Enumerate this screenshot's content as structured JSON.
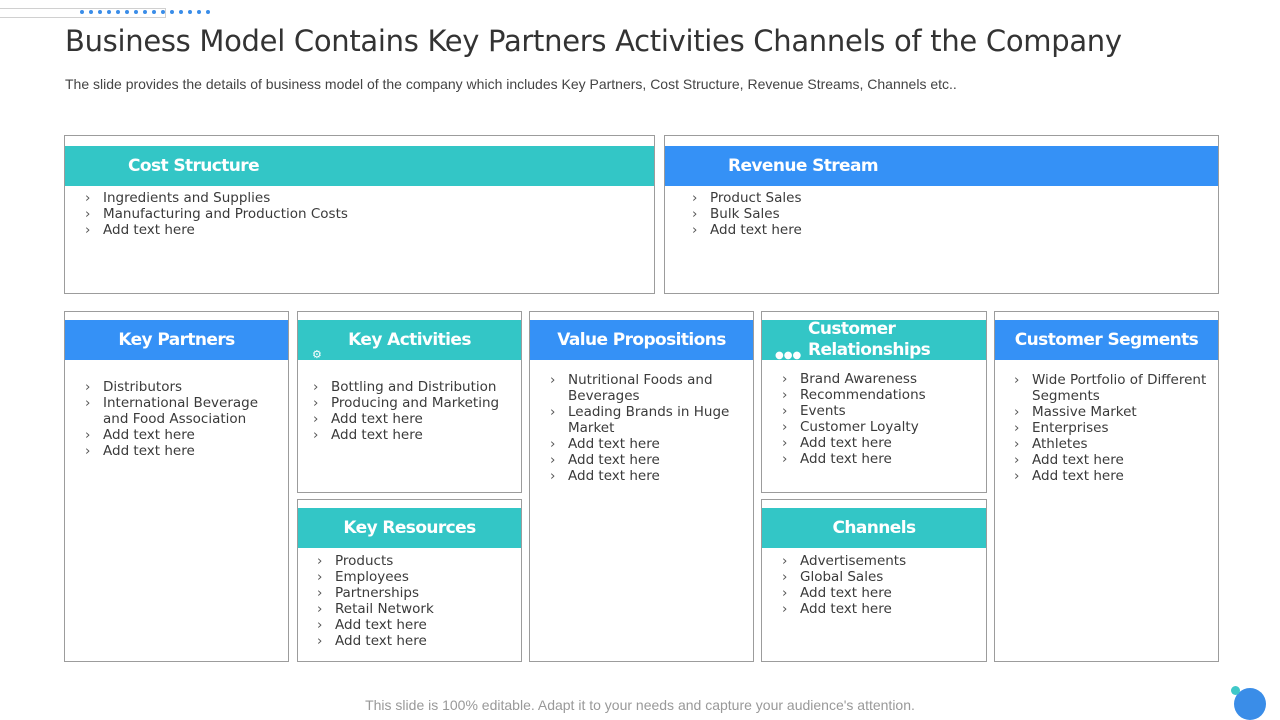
{
  "title": "Business Model Contains Key Partners Activities Channels of the Company",
  "subtitle": "The slide provides the details of business model of the company which includes Key Partners, Cost Structure, Revenue Streams, Channels etc..",
  "footer": "This slide is 100% editable. Adapt it to your needs and capture your audience's attention.",
  "colors": {
    "teal": "#33c6c6",
    "blue": "#3591f6",
    "border": "#9c9c9c",
    "title": "#333333"
  },
  "cost_structure": {
    "heading": "Cost Structure",
    "items": [
      "Ingredients and Supplies",
      "Manufacturing and Production Costs",
      "Add text here"
    ]
  },
  "revenue_stream": {
    "heading": "Revenue Stream",
    "items": [
      "Product Sales",
      "Bulk Sales",
      "Add text here"
    ]
  },
  "key_partners": {
    "heading": "Key Partners",
    "items": [
      "Distributors",
      "International Beverage and Food Association",
      "Add text here",
      "Add text here"
    ]
  },
  "key_activities": {
    "heading": "Key Activities",
    "icon": "gear-icon",
    "items": [
      "Bottling and Distribution",
      "Producing and Marketing",
      "Add text here",
      "Add text here"
    ]
  },
  "key_resources": {
    "heading": "Key Resources",
    "items": [
      "Products",
      "Employees",
      "Partnerships",
      "Retail Network",
      "Add text here",
      "Add text here"
    ]
  },
  "value_propositions": {
    "heading": "Value Propositions",
    "items": [
      "Nutritional Foods and Beverages",
      "Leading Brands in Huge Market",
      "Add text here",
      "Add text here",
      "Add text here"
    ]
  },
  "customer_relationships": {
    "heading_line1": "Customer",
    "heading_line2": "Relationships",
    "icon": "people-icon",
    "items": [
      "Brand Awareness",
      "Recommendations",
      "Events",
      "Customer Loyalty",
      "Add text here",
      "Add text here"
    ]
  },
  "channels": {
    "heading": "Channels",
    "items": [
      "Advertisements",
      "Global Sales",
      "Add text here",
      "Add text here"
    ]
  },
  "customer_segments": {
    "heading": "Customer Segments",
    "items": [
      "Wide Portfolio of Different Segments",
      "Massive Market",
      "Enterprises",
      "Athletes",
      "Add text here",
      "Add text here"
    ]
  }
}
